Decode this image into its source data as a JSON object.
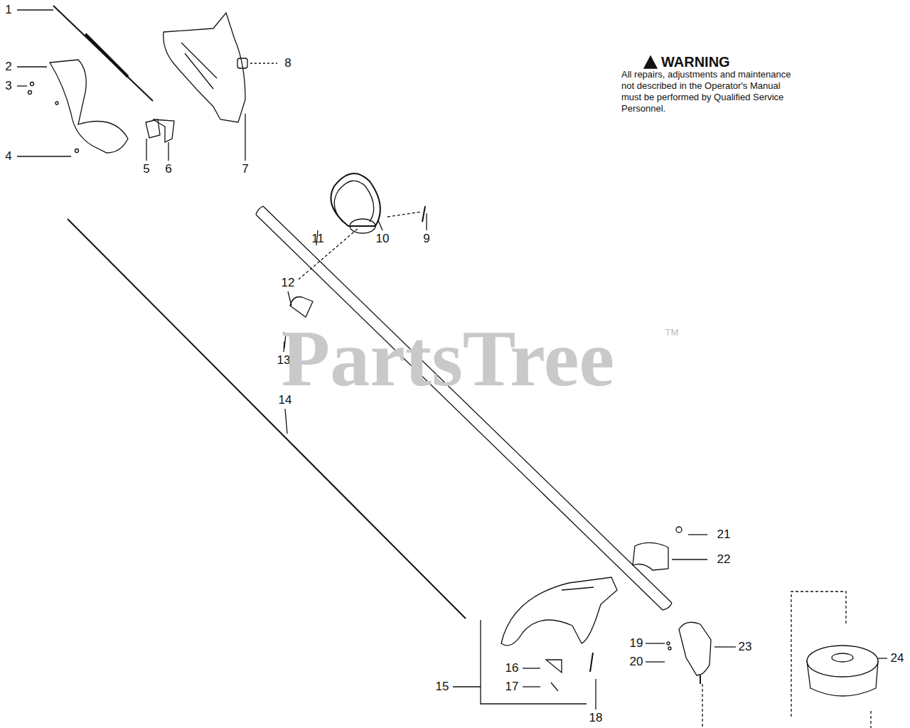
{
  "diagram": {
    "labels": [
      "1",
      "2",
      "3",
      "4",
      "5",
      "6",
      "7",
      "8",
      "9",
      "10",
      "11",
      "12",
      "13",
      "14",
      "15",
      "16",
      "17",
      "18",
      "19",
      "20",
      "21",
      "22",
      "23",
      "24",
      "WARNING",
      "All repairs, adjustments and maintenance not described in the Operator's Manual must be performed by Qualified Service Personnel.",
      "PartsTree",
      "TM"
    ]
  }
}
